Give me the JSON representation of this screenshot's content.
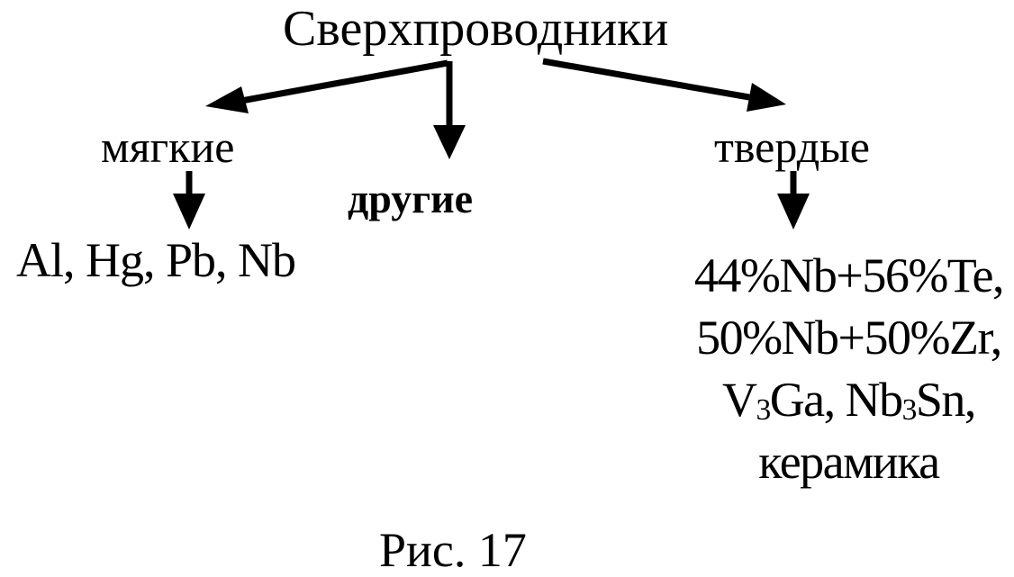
{
  "diagram": {
    "root": "Сверхпроводники",
    "branches": {
      "soft": {
        "label": "мягкие",
        "examples": "Al, Hg, Pb, Nb"
      },
      "other": {
        "label": "другие"
      },
      "hard": {
        "label": "твердые",
        "examples": [
          "44%Nb+56%Te,",
          "50%Nb+50%Zr,",
          {
            "p1": "V",
            "s1": "3",
            "p2": "Ga, Nb",
            "s2": "3",
            "p3": "Sn,"
          },
          "керамика"
        ]
      }
    },
    "caption": "Рис. 17"
  },
  "colors": {
    "ink": "#000000",
    "background": "#ffffff"
  }
}
